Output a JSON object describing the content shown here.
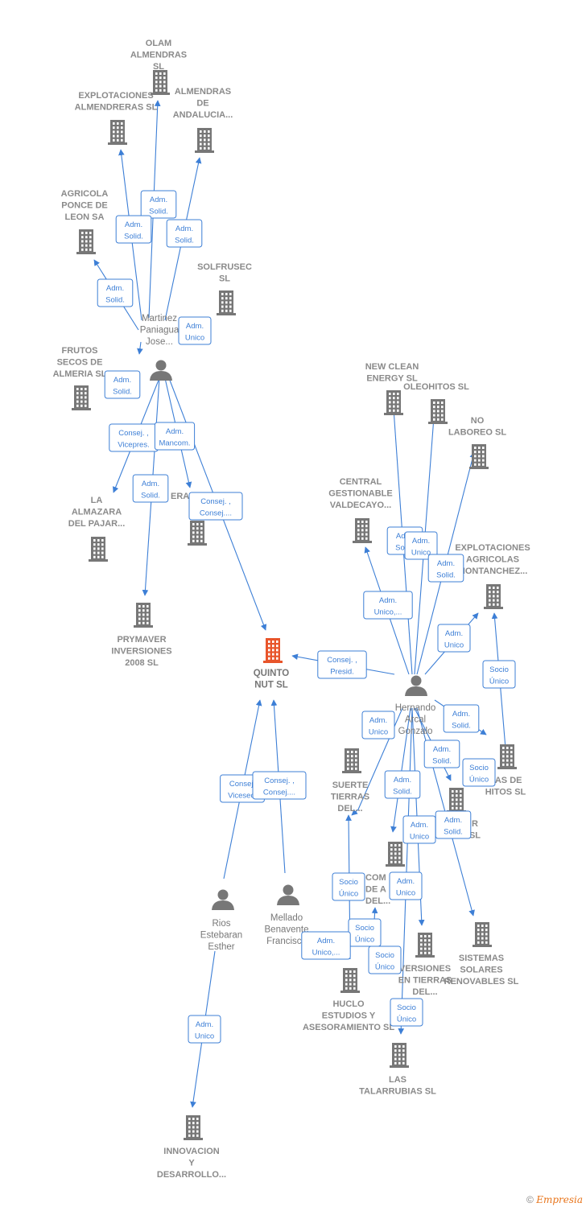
{
  "colors": {
    "company": "#777777",
    "main": "#e8552b",
    "person": "#777777",
    "edge": "#3d7fd6"
  },
  "companies": [
    {
      "id": "olam",
      "lines": [
        "OLAM",
        "ALMENDRAS",
        "SL"
      ]
    },
    {
      "id": "explot_alm",
      "lines": [
        "EXPLOTACIONES",
        "ALMENDRERAS SL"
      ]
    },
    {
      "id": "alm_andalucia",
      "lines": [
        "ALMENDRAS",
        "DE",
        "ANDALUCIA..."
      ]
    },
    {
      "id": "agricola_ponce",
      "lines": [
        "AGRICOLA",
        "PONCE DE",
        "LEON SA"
      ]
    },
    {
      "id": "solfrusec",
      "lines": [
        "SOLFRUSEC",
        "SL"
      ]
    },
    {
      "id": "frutos_secos",
      "lines": [
        "FRUTOS",
        "SECOS DE",
        "ALMERIA SL"
      ]
    },
    {
      "id": "almazara",
      "lines": [
        "LA",
        "ALMAZARA",
        "DEL PAJAR..."
      ]
    },
    {
      "id": "eral",
      "lines": [
        "ERAL"
      ]
    },
    {
      "id": "prymaver",
      "lines": [
        "PRYMAVER",
        "INVERSIONES",
        "2008 SL"
      ]
    },
    {
      "id": "quinto",
      "lines": [
        "QUINTO",
        "NUT  SL"
      ]
    },
    {
      "id": "new_clean",
      "lines": [
        "NEW CLEAN",
        "ENERGY SL"
      ]
    },
    {
      "id": "oleohitos",
      "lines": [
        "OLEOHITOS  SL"
      ]
    },
    {
      "id": "no_laboreo",
      "lines": [
        "NO",
        "LABOREO  SL"
      ]
    },
    {
      "id": "central",
      "lines": [
        "CENTRAL",
        "GESTIONABLE",
        "VALDECAYO..."
      ]
    },
    {
      "id": "explot_agric",
      "lines": [
        "EXPLOTACIONES",
        "AGRICOLAS",
        "MONTANCHEZ..."
      ]
    },
    {
      "id": "sas_hitos",
      "lines": [
        "SAS DE",
        "HITOS SL"
      ]
    },
    {
      "id": "r_sl",
      "lines": [
        "R",
        "SL"
      ]
    },
    {
      "id": "suerte",
      "lines": [
        "SUERTE",
        "TIERRAS",
        "DEL..."
      ]
    },
    {
      "id": "com",
      "lines": [
        "COM",
        "DE A",
        "DEL..."
      ]
    },
    {
      "id": "inversiones",
      "lines": [
        "VERSIONES",
        "EN TIERRAS",
        "DEL..."
      ]
    },
    {
      "id": "sistemas",
      "lines": [
        "SISTEMAS",
        "SOLARES",
        "RENOVABLES SL"
      ]
    },
    {
      "id": "huclo",
      "lines": [
        "HUCLO",
        "ESTUDIOS Y",
        "ASESORAMIENTO SL"
      ]
    },
    {
      "id": "talarrubias",
      "lines": [
        "LAS",
        "TALARRUBIAS SL"
      ]
    },
    {
      "id": "innovacion",
      "lines": [
        "INNOVACION",
        "Y",
        "DESARROLLO..."
      ]
    }
  ],
  "persons": [
    {
      "id": "martinez",
      "lines": [
        "Martinez",
        "Paniagua",
        "Jose..."
      ]
    },
    {
      "id": "hernando",
      "lines": [
        "Hernando",
        "Arcal",
        "Gonzalo"
      ]
    },
    {
      "id": "rios",
      "lines": [
        "Rios",
        "Estebaran",
        "Esther"
      ]
    },
    {
      "id": "mellado",
      "lines": [
        "Mellado",
        "Benavente",
        "Francisco"
      ]
    }
  ],
  "relations": [
    {
      "id": "r1",
      "lines": [
        "Adm.",
        "Solid."
      ]
    },
    {
      "id": "r2",
      "lines": [
        "Adm.",
        "Solid."
      ]
    },
    {
      "id": "r3",
      "lines": [
        "Adm.",
        "Solid."
      ]
    },
    {
      "id": "r4",
      "lines": [
        "Adm.",
        "Solid."
      ]
    },
    {
      "id": "r5",
      "lines": [
        "Adm.",
        "Unico"
      ]
    },
    {
      "id": "r6",
      "lines": [
        "Adm.",
        "Solid."
      ]
    },
    {
      "id": "r7",
      "lines": [
        "Consej. ,",
        "Vicepres."
      ]
    },
    {
      "id": "r8",
      "lines": [
        "Adm.",
        "Mancom."
      ]
    },
    {
      "id": "r9",
      "lines": [
        "Adm.",
        "Solid."
      ]
    },
    {
      "id": "r10",
      "lines": [
        "Consej. ,",
        "Consej...."
      ]
    },
    {
      "id": "r11",
      "lines": [
        "Consej. ,",
        "Presid."
      ]
    },
    {
      "id": "r12",
      "lines": [
        "Adm.",
        "Solid."
      ]
    },
    {
      "id": "r13",
      "lines": [
        "Adm.",
        "Unico"
      ]
    },
    {
      "id": "r14",
      "lines": [
        "Adm.",
        "Solid."
      ]
    },
    {
      "id": "r15",
      "lines": [
        "Adm.",
        "Unico,..."
      ]
    },
    {
      "id": "r16",
      "lines": [
        "Adm.",
        "Unico"
      ]
    },
    {
      "id": "r17",
      "lines": [
        "Socio",
        "Único"
      ]
    },
    {
      "id": "r18",
      "lines": [
        "Adm.",
        "Solid."
      ]
    },
    {
      "id": "r19",
      "lines": [
        "Adm.",
        "Unico"
      ]
    },
    {
      "id": "r20",
      "lines": [
        "Adm.",
        "Solid."
      ]
    },
    {
      "id": "r21",
      "lines": [
        "Socio",
        "Único"
      ]
    },
    {
      "id": "r22",
      "lines": [
        "Adm.",
        "Solid."
      ]
    },
    {
      "id": "r23",
      "lines": [
        "Adm.",
        "Unico"
      ]
    },
    {
      "id": "r24",
      "lines": [
        "Adm.",
        "Solid."
      ]
    },
    {
      "id": "r25",
      "lines": [
        "Socio",
        "Único"
      ]
    },
    {
      "id": "r26",
      "lines": [
        "Adm.",
        "Unico"
      ]
    },
    {
      "id": "r27",
      "lines": [
        "Socio",
        "Único"
      ]
    },
    {
      "id": "r28",
      "lines": [
        "Adm.",
        "Unico,..."
      ]
    },
    {
      "id": "r29",
      "lines": [
        "Socio",
        "Único"
      ]
    },
    {
      "id": "r30",
      "lines": [
        "Socio",
        "Único"
      ]
    },
    {
      "id": "r31",
      "lines": [
        "Consej.",
        "Vicesec."
      ]
    },
    {
      "id": "r32",
      "lines": [
        "Consej. ,",
        "Consej...."
      ]
    },
    {
      "id": "r33",
      "lines": [
        "Adm.",
        "Unico"
      ]
    }
  ],
  "footer": {
    "symbol": "©",
    "brand": "Empresia"
  }
}
